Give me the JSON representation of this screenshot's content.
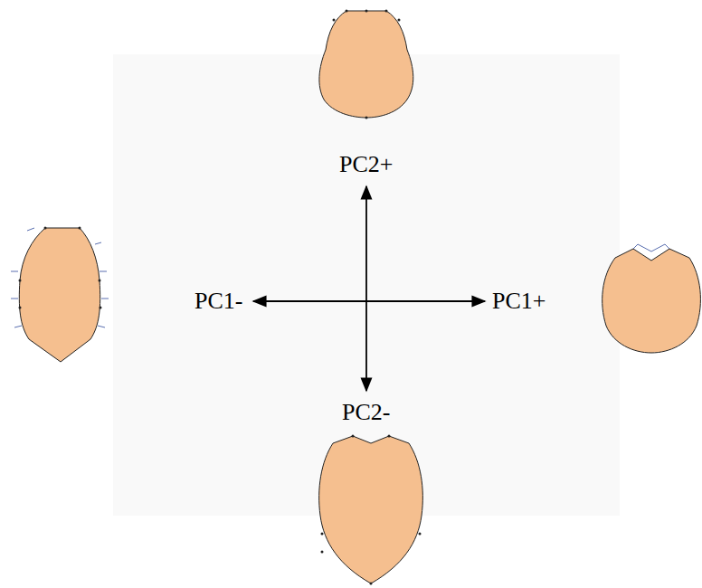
{
  "diagram": {
    "labels": [
      "PC2+",
      "PC1-",
      "PC1+",
      "PC2-"
    ]
  }
}
